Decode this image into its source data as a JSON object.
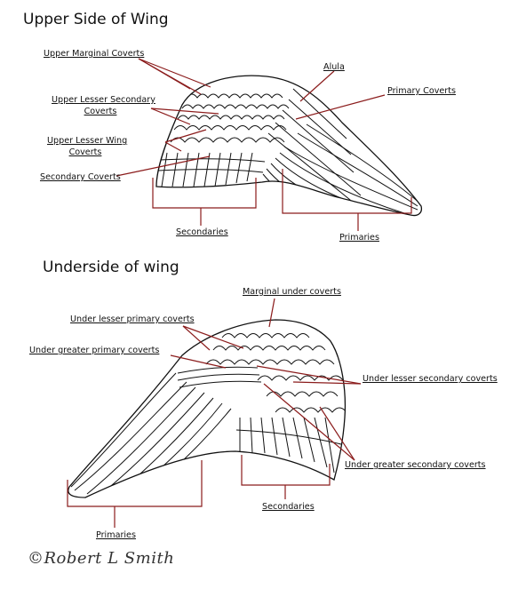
{
  "upper": {
    "title": "Upper Side of Wing",
    "labels": {
      "upper_marginal_coverts": "Upper Marginal Coverts",
      "alula": "Alula",
      "primary_coverts": "Primary Coverts",
      "upper_lesser_secondary_coverts_1": "Upper Lesser Secondary",
      "upper_lesser_secondary_coverts_2": "Coverts",
      "upper_lesser_wing_coverts_1": "Upper Lesser Wing",
      "upper_lesser_wing_coverts_2": "Coverts",
      "secondary_coverts": "Secondary Coverts",
      "secondaries": "Secondaries",
      "primaries": "Primaries"
    }
  },
  "under": {
    "title": "Underside of wing",
    "labels": {
      "marginal_under_coverts": "Marginal under coverts",
      "under_lesser_primary_coverts": "Under lesser primary coverts",
      "under_greater_primary_coverts": "Under greater primary coverts",
      "under_lesser_secondary_coverts": "Under lesser secondary coverts",
      "under_greater_secondary_coverts": "Under greater secondary coverts",
      "secondaries": "Secondaries",
      "primaries": "Primaries"
    }
  },
  "signature": "©Robert L Smith",
  "colors": {
    "leader_line": "#8b1c1c",
    "ink": "#111111"
  }
}
